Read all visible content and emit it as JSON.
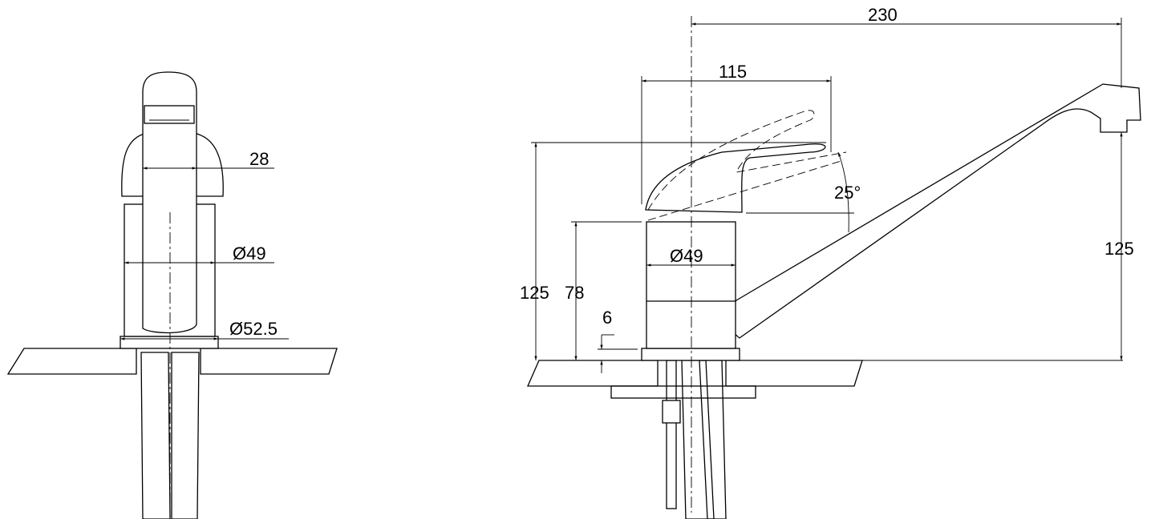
{
  "front_view": {
    "dim_spout_width": "28",
    "dim_body_diameter": "Ø49",
    "dim_base_diameter": "Ø52.5"
  },
  "side_view": {
    "dim_reach": "230",
    "dim_handle_length": "115",
    "dim_handle_angle": "25°",
    "dim_body_diameter": "Ø49",
    "dim_total_height": "125",
    "dim_body_height": "78",
    "dim_base_height": "6",
    "dim_spout_height": "125"
  }
}
